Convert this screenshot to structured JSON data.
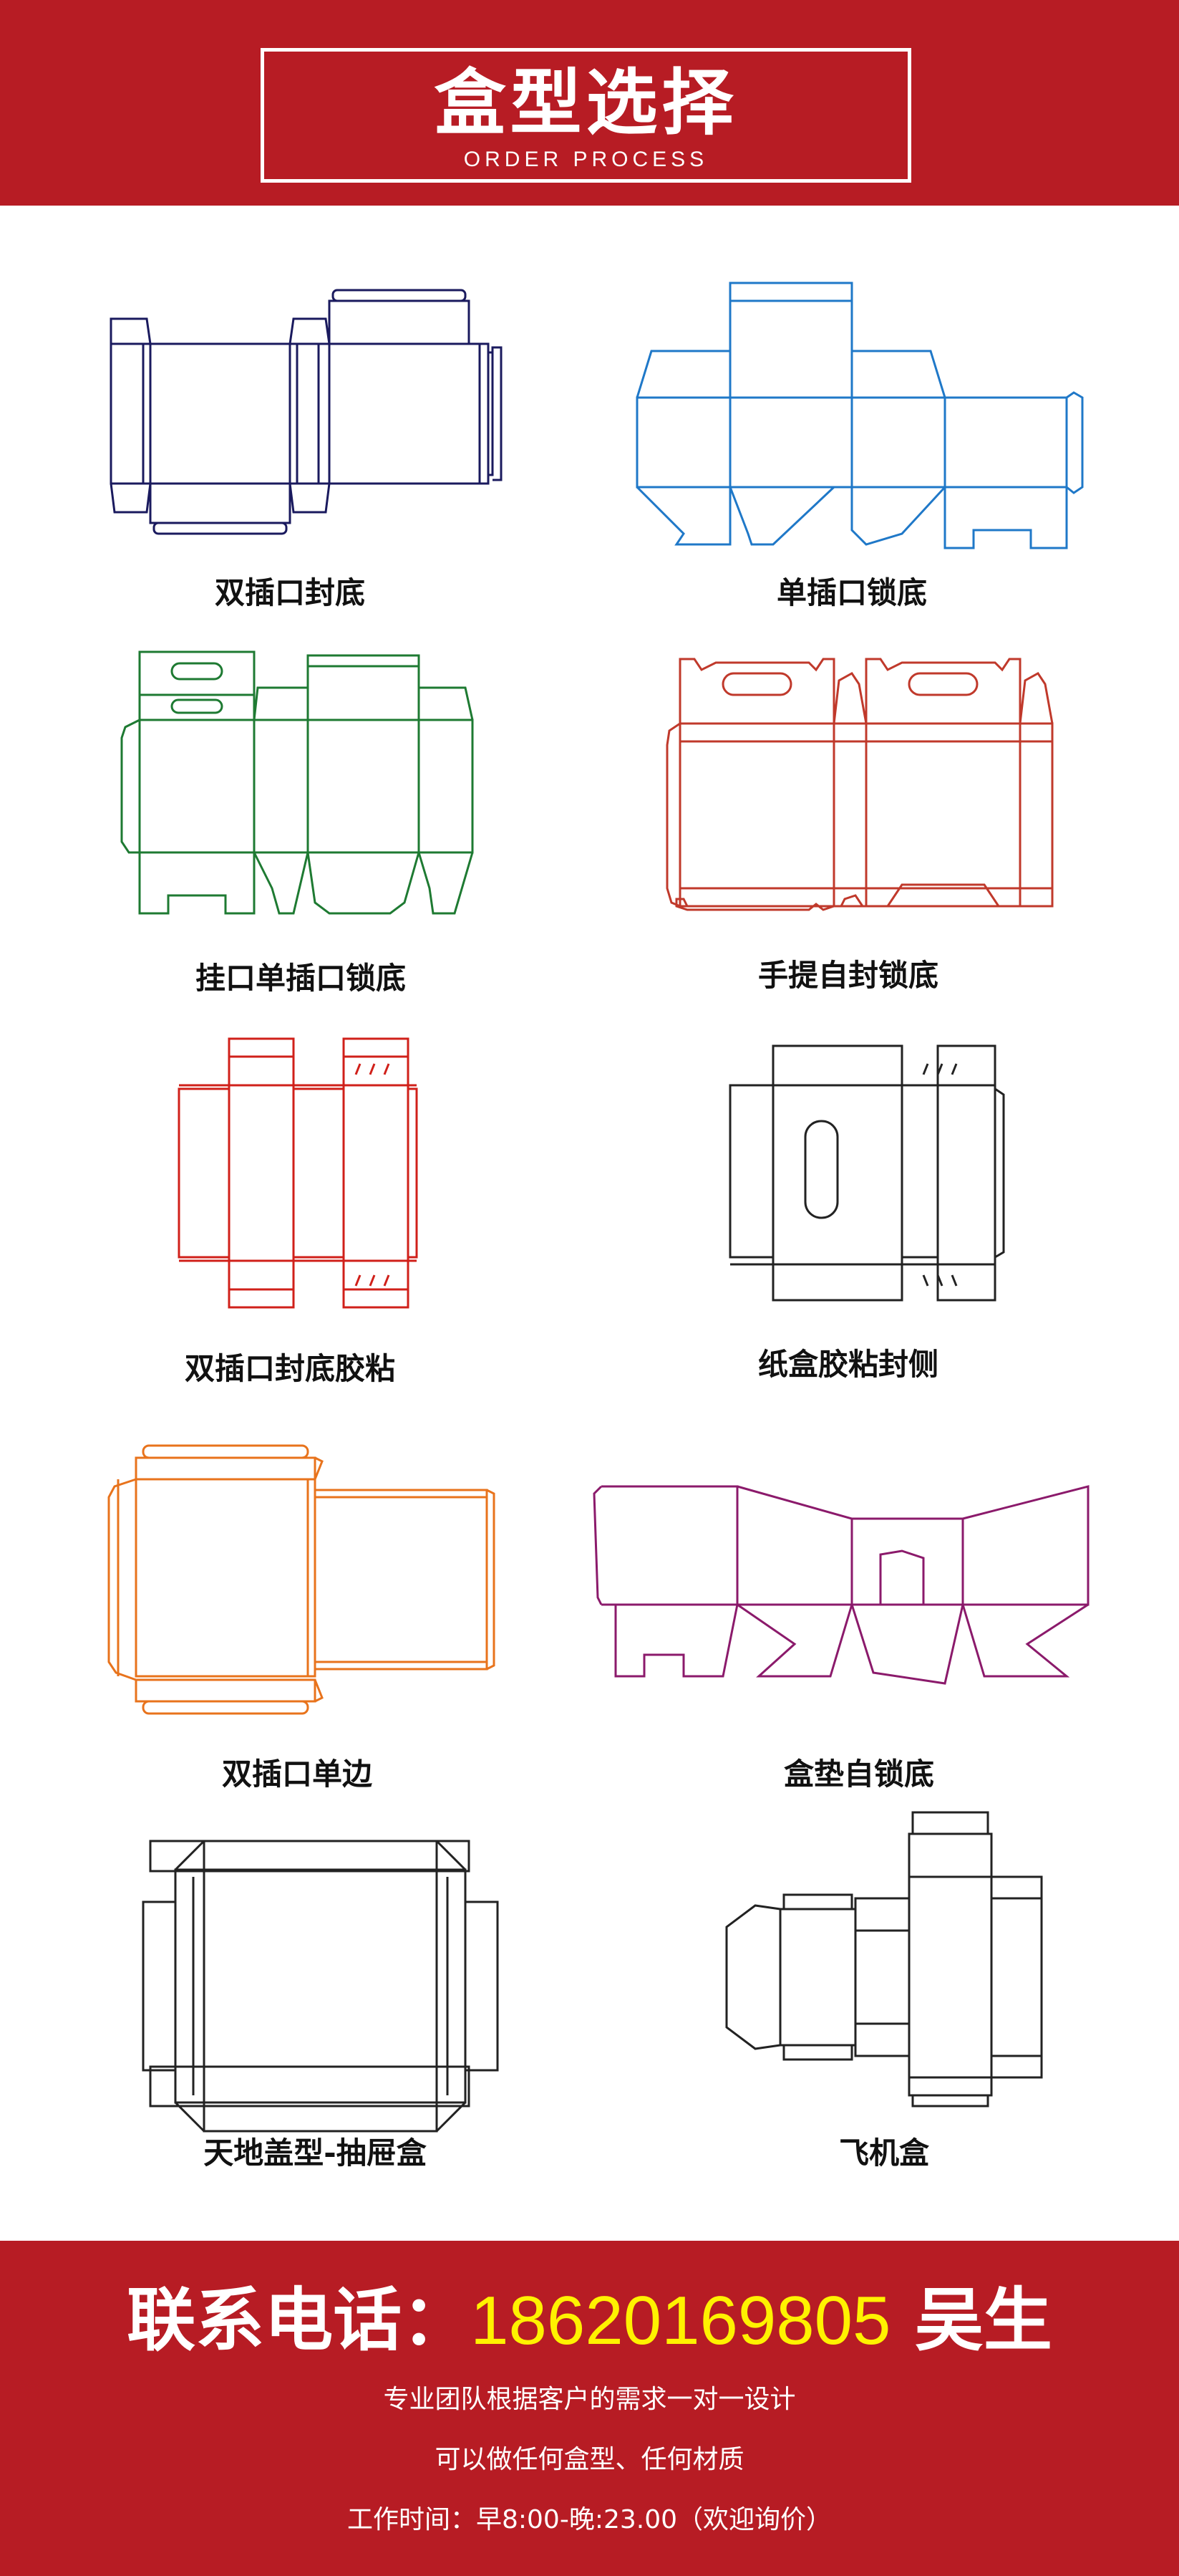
{
  "header": {
    "title": "盒型选择",
    "subtitle": "ORDER PROCESS",
    "color": "#b71c24"
  },
  "boxes": [
    {
      "label": "双插口封底",
      "color": "#1a1a5e"
    },
    {
      "label": "单插口锁底",
      "color": "#1f78c8"
    },
    {
      "label": "挂口单插口锁底",
      "color": "#1e7a32"
    },
    {
      "label": "手提自封锁底",
      "color": "#c0392b"
    },
    {
      "label": "双插口封底胶粘",
      "color": "#d0201a"
    },
    {
      "label": "纸盒胶粘封侧",
      "color": "#222222"
    },
    {
      "label": "双插口单边",
      "color": "#e8731c"
    },
    {
      "label": "盒垫自锁底",
      "color": "#8b1a6b"
    },
    {
      "label": "天地盖型-抽屉盒",
      "color": "#222222"
    },
    {
      "label": "飞机盒",
      "color": "#222222"
    }
  ],
  "footer": {
    "phone_label": "联系电话：",
    "phone_number": "18620169805",
    "contact_name": "吴生",
    "line1": "专业团队根据客户的需求一对一设计",
    "line2": "可以做任何盒型、任何材质",
    "line3": "工作时间：早8:00-晚:23.00（欢迎询价）",
    "number_color": "#fff200"
  }
}
